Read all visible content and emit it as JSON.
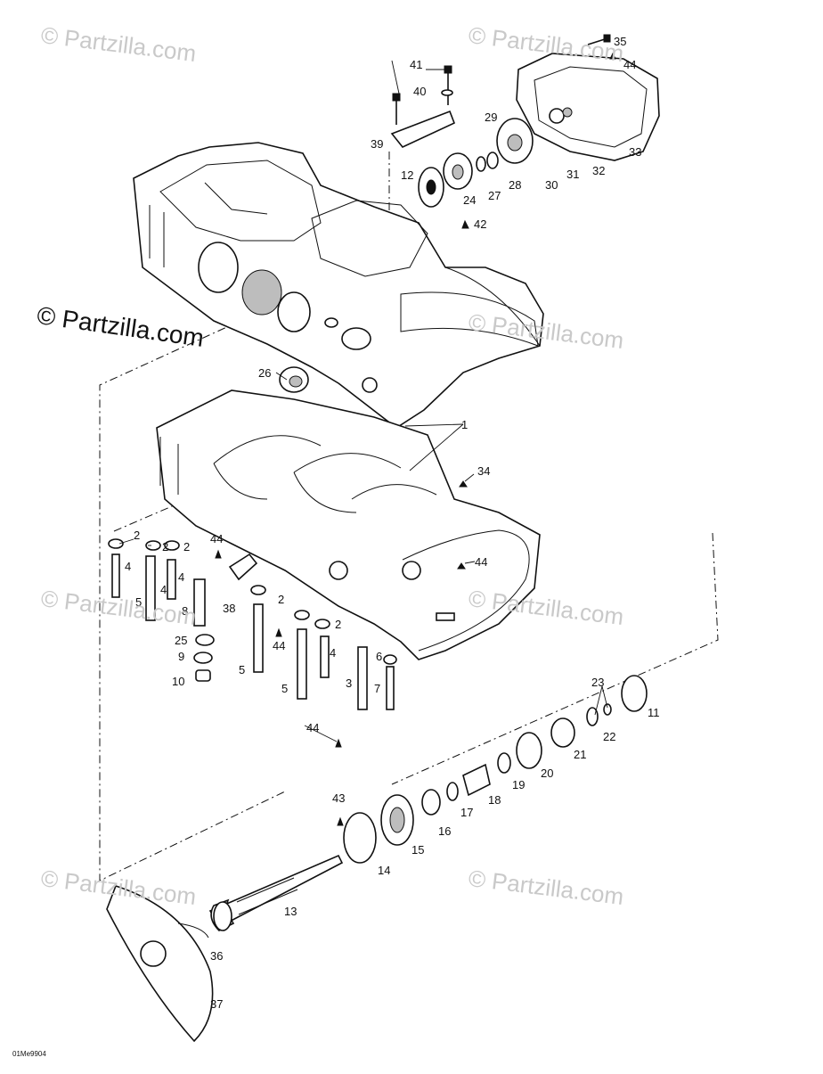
{
  "watermark": {
    "text": "© Partzilla.com",
    "main_text": "© Partzilla.com"
  },
  "drawing_code": "01Me9904",
  "callouts": [
    "35",
    "44",
    "41",
    "40",
    "29",
    "39",
    "12",
    "24",
    "27",
    "28",
    "30",
    "31",
    "32",
    "33",
    "42",
    "26",
    "1",
    "34",
    "2",
    "2",
    "2",
    "44",
    "4",
    "4",
    "4",
    "5",
    "8",
    "38",
    "2",
    "44",
    "25",
    "9",
    "10",
    "44",
    "2",
    "4",
    "5",
    "3",
    "6",
    "7",
    "5",
    "44",
    "44",
    "23",
    "11",
    "22",
    "21",
    "20",
    "19",
    "18",
    "17",
    "16",
    "43",
    "15",
    "14",
    "13",
    "36",
    "37"
  ]
}
